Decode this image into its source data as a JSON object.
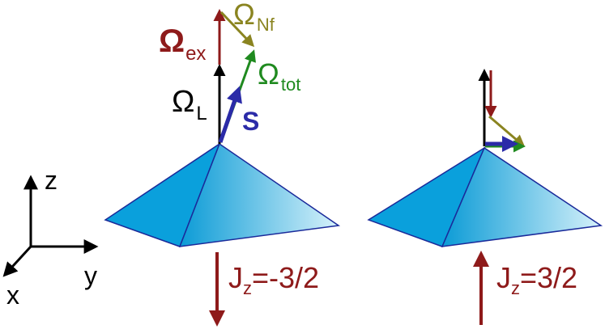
{
  "colors": {
    "dark_red": "#8e1a1a",
    "olive": "#8a8420",
    "green": "#1f8a1f",
    "blue": "#2b2ba8",
    "black": "#000000",
    "pyramid_dark": "#0a9ad8",
    "pyramid_light": "#c9ecf7",
    "pyramid_edge": "#1a2a9a"
  },
  "labels": {
    "omega_symbol": "Ω",
    "omega_ex_sub": "ex",
    "omega_nf_sub": "Nf",
    "omega_tot_sub": "tot",
    "omega_l_sub": "L",
    "spin": "S",
    "jz_left_main": "J",
    "jz_left_sub": "z",
    "jz_left_value": "=-3/2",
    "jz_right_main": "J",
    "jz_right_sub": "z",
    "jz_right_value": "=3/2",
    "axis_z": "z",
    "axis_y": "y",
    "axis_x": "x"
  },
  "icons": {
    "pyramid": "pyramid-shape",
    "arrow": "vector-arrow"
  }
}
